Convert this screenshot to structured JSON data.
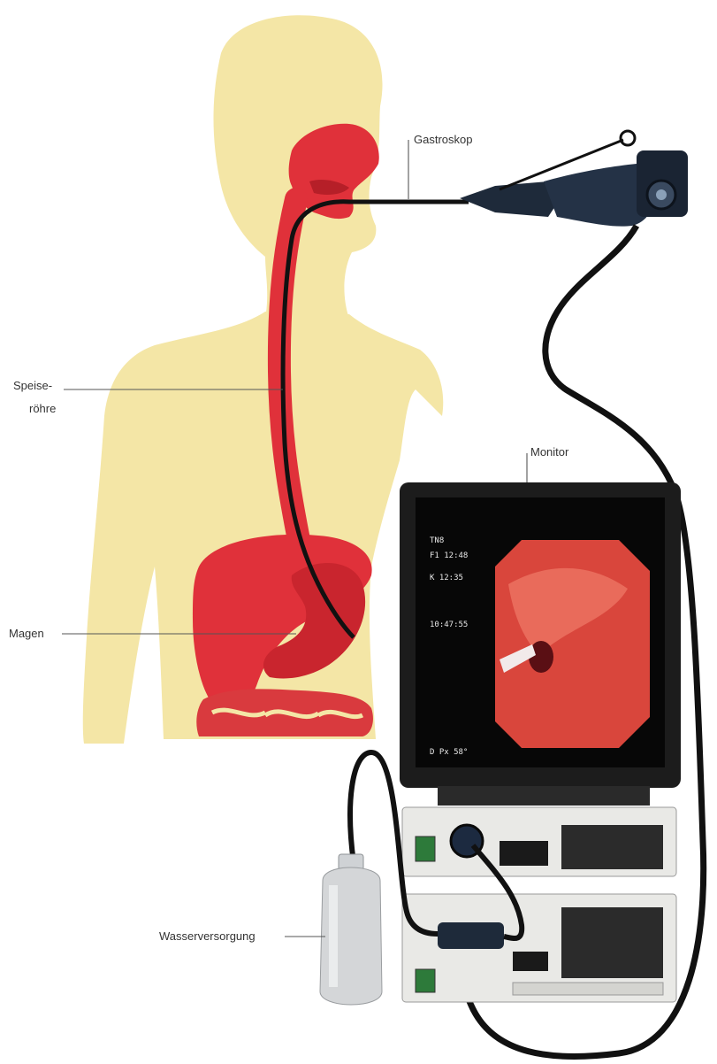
{
  "labels": {
    "gastroskop": "Gastroskop",
    "speiseroehre_line1": "Speise-",
    "speiseroehre_line2": "röhre",
    "magen": "Magen",
    "monitor": "Monitor",
    "wasserversorgung": "Wasserversorgung"
  },
  "colors": {
    "body": "#f4e6a6",
    "organ": "#e0313a",
    "organ_dark": "#b61f28",
    "tube": "#111111",
    "monitor_frame": "#1c1c1c",
    "screen_image": "#d9463c",
    "equipment": "#e9e9e6",
    "bottle": "#d4d6d8"
  },
  "monitor_screen_text": {
    "line1": "TN8",
    "line2": "F1 12:48",
    "line3": "K 12:35",
    "line4": "10:47:55",
    "footer": "D   Px 58°"
  },
  "icons": [
    "gastroscope-icon",
    "monitor-icon",
    "processor-unit-icon",
    "water-bottle-icon"
  ]
}
